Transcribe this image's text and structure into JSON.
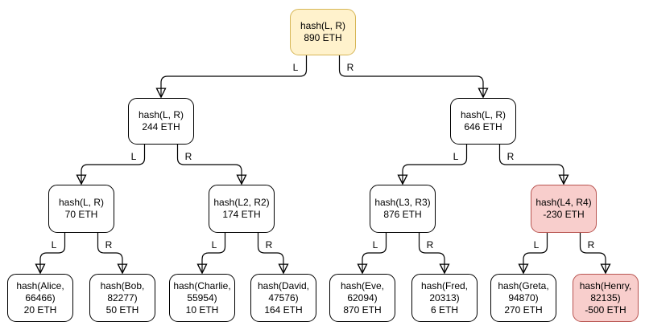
{
  "edge_labels": {
    "left": "L",
    "right": "R"
  },
  "colors": {
    "default_fill": "#FFFFFF",
    "default_border": "#000000",
    "root_fill": "#FFF2CC",
    "root_border": "#D6B656",
    "negative_fill": "#F8CECC",
    "negative_border": "#B85450",
    "edge_stroke": "#000000",
    "text": "#000000"
  },
  "nodes": {
    "root": {
      "label": "hash(L, R)",
      "value": "890 ETH"
    },
    "n244": {
      "label": "hash(L, R)",
      "value": "244 ETH"
    },
    "n646": {
      "label": "hash(L, R)",
      "value": "646 ETH"
    },
    "n70": {
      "label": "hash(L, R)",
      "value": "70 ETH"
    },
    "n174": {
      "label": "hash(L2, R2)",
      "value": "174 ETH"
    },
    "n876": {
      "label": "hash(L3, R3)",
      "value": "876 ETH"
    },
    "n230": {
      "label": "hash(L4, R4)",
      "value": "-230 ETH"
    },
    "alice": {
      "label": "hash(Alice, 66466)",
      "value": "20 ETH"
    },
    "bob": {
      "label": "hash(Bob, 82277)",
      "value": "50 ETH"
    },
    "charlie": {
      "label": "hash(Charlie, 55954)",
      "value": "10 ETH"
    },
    "david": {
      "label": "hash(David, 47576)",
      "value": "164 ETH"
    },
    "eve": {
      "label": "hash(Eve, 62094)",
      "value": "870 ETH"
    },
    "fred": {
      "label": "hash(Fred, 20313)",
      "value": "6 ETH"
    },
    "greta": {
      "label": "hash(Greta, 94870)",
      "value": "270 ETH"
    },
    "henry": {
      "label": "hash(Henry, 82135)",
      "value": "-500 ETH"
    }
  }
}
